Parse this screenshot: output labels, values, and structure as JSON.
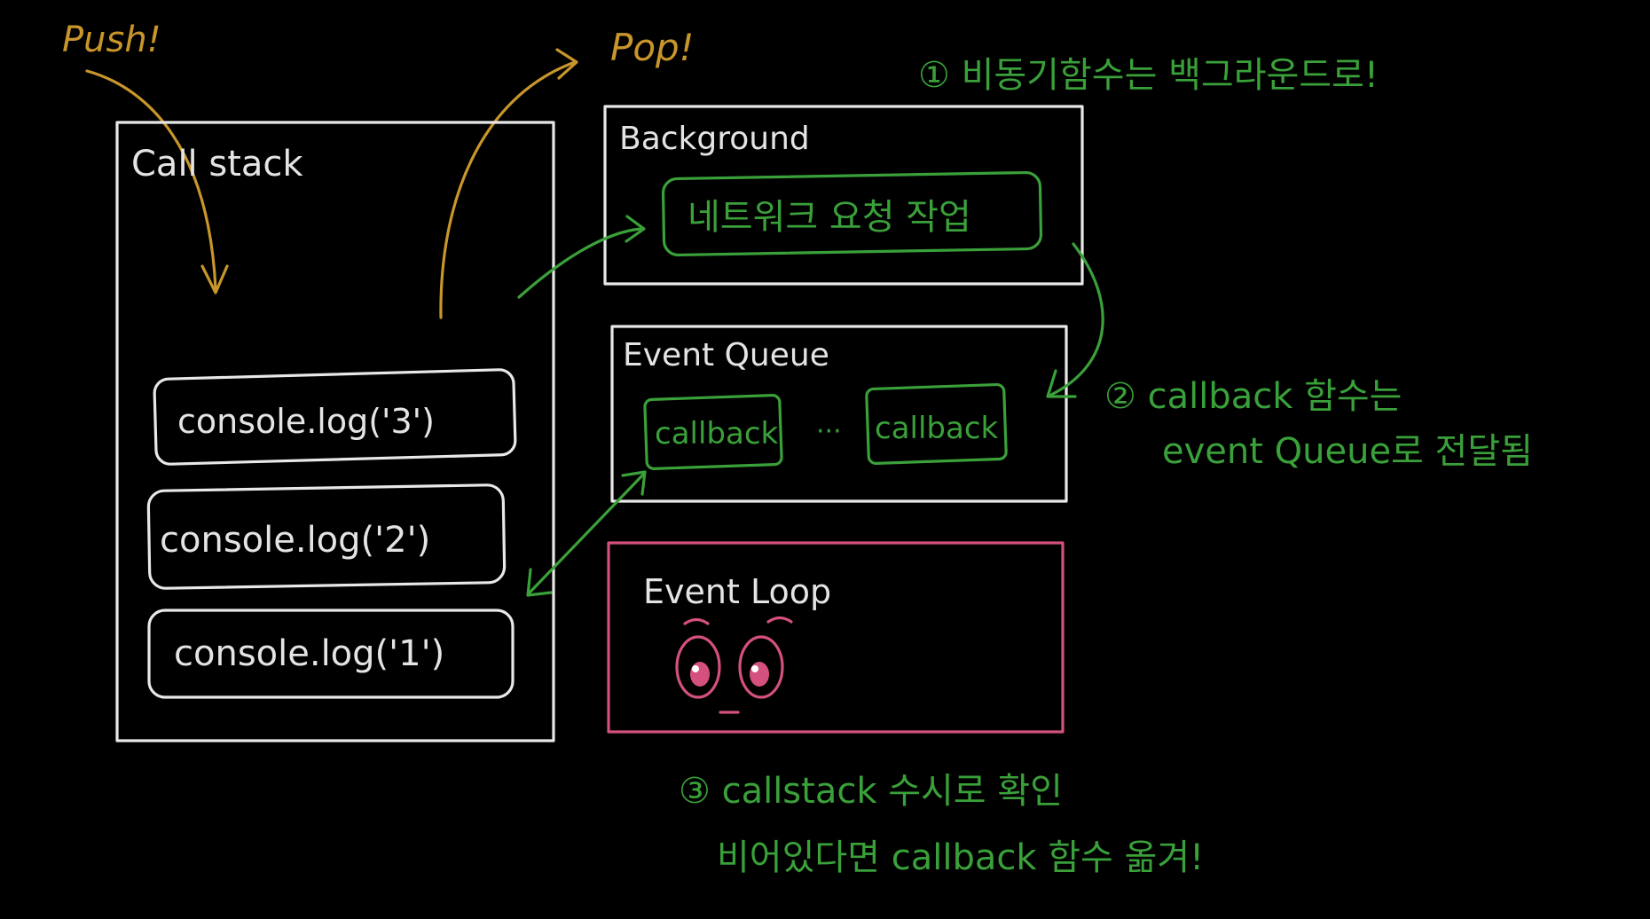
{
  "labels": {
    "push": "Push!",
    "pop": "Pop!",
    "call_stack": "Call stack",
    "background": "Background",
    "network_task": "네트워크 요청 작업",
    "event_queue": "Event Queue",
    "callback_1": "callback",
    "ellipsis": "···",
    "callback_2": "callback",
    "event_loop": "Event Loop"
  },
  "stack_items": [
    "console.log('3')",
    "console.log('2')",
    "console.log('1')"
  ],
  "notes": {
    "step1": "① 비동기함수는 백그라운드로!",
    "step2_line1": "② callback 함수는",
    "step2_line2": "event Queue로 전달됨",
    "step3_line1": "③ callstack 수시로 확인",
    "step3_line2": "비어있다면 callback 함수 옮겨!"
  },
  "colors": {
    "background": "#000000",
    "chalk_white": "#e8e8e8",
    "chalk_green": "#3aa03a",
    "chalk_yellow": "#c8962a",
    "chalk_pink": "#d4507e"
  }
}
